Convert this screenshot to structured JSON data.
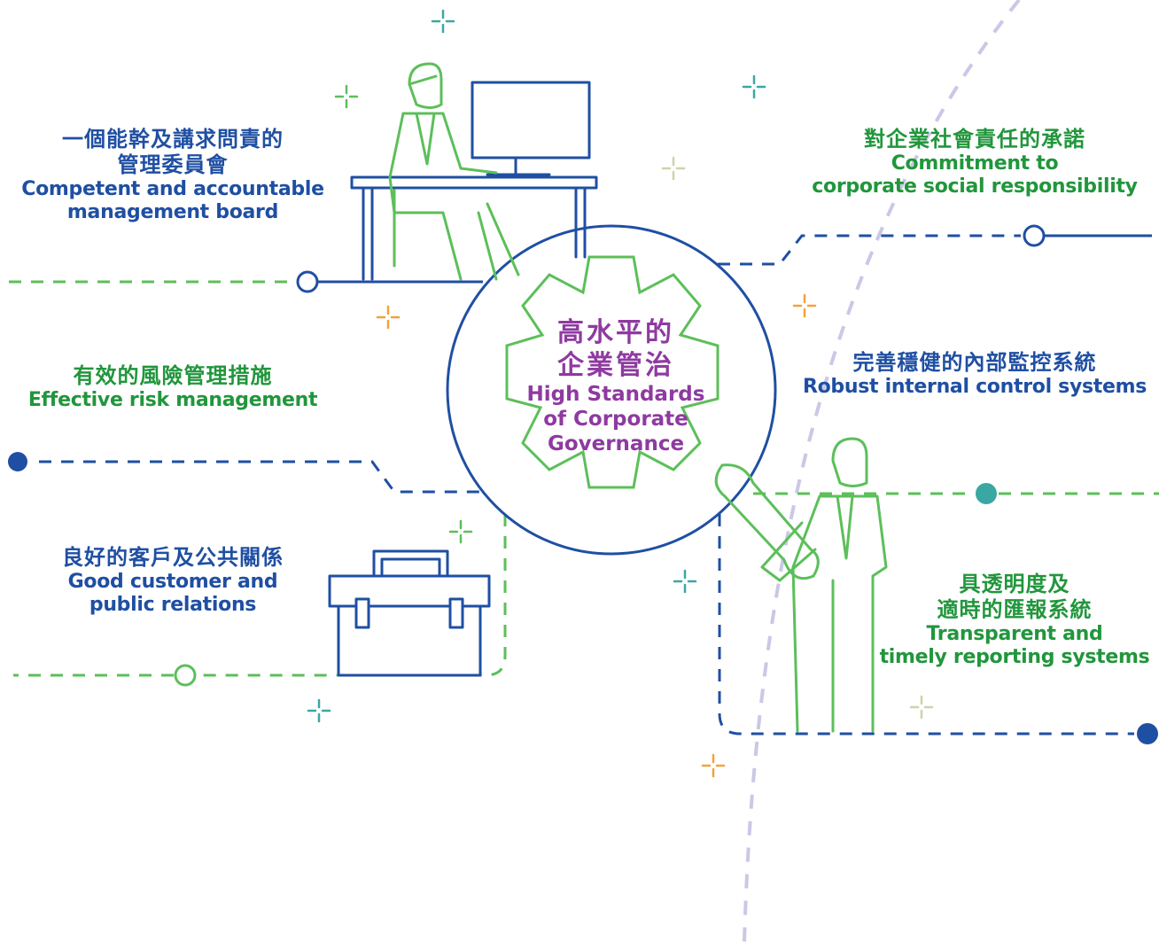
{
  "center": {
    "title_zh_line1": "高水平的",
    "title_zh_line2": "企業管治",
    "title_en_line1": "High Standards",
    "title_en_line2": "of Corporate",
    "title_en_line3": "Governance"
  },
  "pillars": {
    "board": {
      "zh_line1": "一個能幹及講求問責的",
      "zh_line2": "管理委員會",
      "en_line1": "Competent and accountable",
      "en_line2": "management board"
    },
    "csr": {
      "zh_line1": "對企業社會責任的承諾",
      "en_line1": "Commitment to",
      "en_line2": "corporate social responsibility"
    },
    "risk": {
      "zh_line1": "有效的風險管理措施",
      "en_line1": "Effective risk management"
    },
    "control": {
      "zh_line1": "完善穩健的內部監控系統",
      "en_line1": "Robust internal control systems"
    },
    "customer": {
      "zh_line1": "良好的客戶及公共關係",
      "en_line1": "Good customer and",
      "en_line2": "public relations"
    },
    "reporting": {
      "zh_line1": "具透明度及",
      "zh_line2": "適時的匯報系統",
      "en_line1": "Transparent and",
      "en_line2": "timely reporting systems"
    }
  },
  "colors": {
    "blue": "#1f4fa3",
    "green": "#21963c",
    "light_green": "#5cbf5a",
    "purple": "#8e3aa0",
    "teal": "#3aa7a3",
    "lavender": "#c9c8e6",
    "orange": "#f3a13a"
  },
  "icons": [
    "person-at-computer-icon",
    "gear-icon",
    "briefcase-icon",
    "person-with-wrench-icon",
    "sparkle-icon"
  ]
}
